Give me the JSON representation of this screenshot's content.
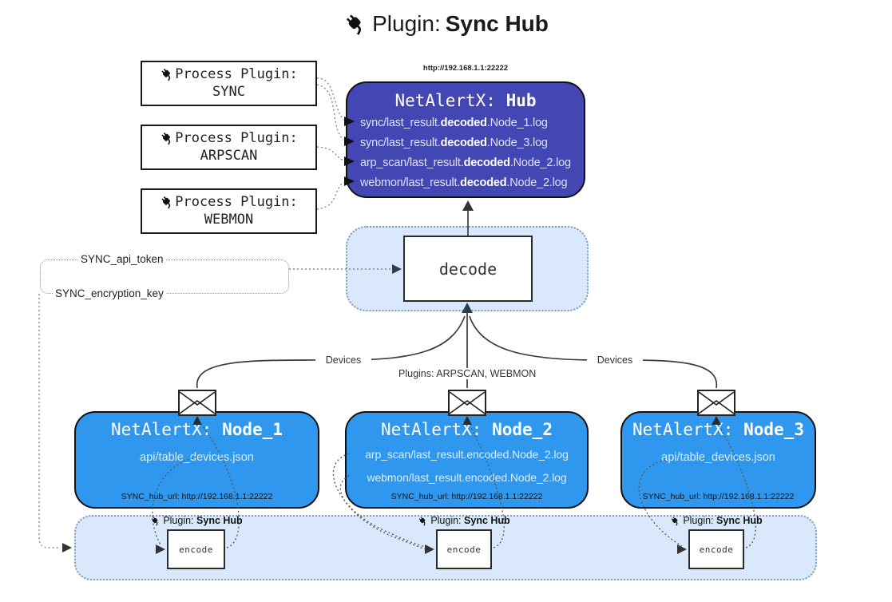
{
  "title": {
    "label": "Plugin:",
    "name": "Sync Hub"
  },
  "process_plugins": [
    {
      "label": "Process Plugin:",
      "name": "SYNC"
    },
    {
      "label": "Process Plugin:",
      "name": "ARPSCAN"
    },
    {
      "label": "Process Plugin:",
      "name": "WEBMON"
    }
  ],
  "hub": {
    "url": "http://192.168.1.1:22222",
    "title_prefix": "NetAlertX:",
    "title_name": "Hub",
    "files": [
      {
        "pre": "sync/last_result.",
        "em": "decoded",
        "post": ".Node_1.log"
      },
      {
        "pre": "sync/last_result.",
        "em": "decoded",
        "post": ".Node_3.log"
      },
      {
        "pre": "arp_scan/last_result.",
        "em": "decoded",
        "post": ".Node_2.log"
      },
      {
        "pre": "webmon/last_result.",
        "em": "decoded",
        "post": ".Node_2.log"
      }
    ]
  },
  "decode": {
    "label": "decode"
  },
  "flow_labels": {
    "devices_left": "Devices",
    "devices_right": "Devices",
    "plugins_middle": "Plugins: ARPSCAN, WEBMON"
  },
  "secrets": {
    "api_token": "SYNC_api_token",
    "encryption_key": "SYNC_encryption_key"
  },
  "nodes": [
    {
      "title_prefix": "NetAlertX:",
      "title_name": "Node_1",
      "files": [
        "api/table_devices.json"
      ],
      "hub_url": "SYNC_hub_url: http://192.168.1.1:22222"
    },
    {
      "title_prefix": "NetAlertX:",
      "title_name": "Node_2",
      "files": [
        "arp_scan/last_result.encoded.Node_2.log",
        "webmon/last_result.encoded.Node_2.log"
      ],
      "hub_url": "SYNC_hub_url: http://192.168.1.1:22222"
    },
    {
      "title_prefix": "NetAlertX:",
      "title_name": "Node_3",
      "files": [
        "api/table_devices.json"
      ],
      "hub_url": "SYNC_hub_url: http://192.168.1.1:22222"
    }
  ],
  "encoders": [
    {
      "plugin_label": "Plugin:",
      "plugin_name": "Sync Hub",
      "box_label": "encode"
    },
    {
      "plugin_label": "Plugin:",
      "plugin_name": "Sync Hub",
      "box_label": "encode"
    },
    {
      "plugin_label": "Plugin:",
      "plugin_name": "Sync Hub",
      "box_label": "encode"
    }
  ],
  "colors": {
    "hub_fill": "#4347b4",
    "node_fill": "#2f97ee",
    "container_fill": "#d9e9fb",
    "container_border": "#7f9db9",
    "arrow_dark": "#2c3e50"
  }
}
